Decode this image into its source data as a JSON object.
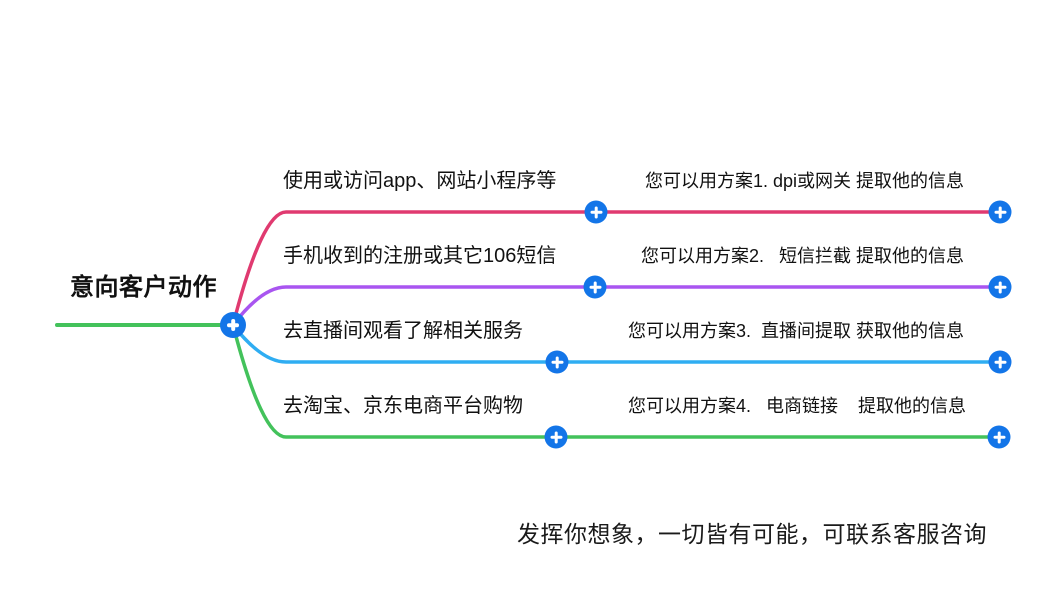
{
  "canvas": {
    "background": "#ffffff"
  },
  "root": {
    "label": "意向客户动作",
    "underline_color": "#43C25B"
  },
  "branches": [
    {
      "topic": "使用或访问app、网站小程序等",
      "subtopic": "您可以用方案1. dpi或网关 提取他的信息",
      "color": "#E03A70"
    },
    {
      "topic": "手机收到的注册或其它106短信",
      "subtopic": "您可以用方案2.   短信拦截 提取他的信息",
      "color": "#A955F0"
    },
    {
      "topic": "去直播间观看了解相关服务",
      "subtopic": "您可以用方案3.  直播间提取 获取他的信息",
      "color": "#2FADF2"
    },
    {
      "topic": "去淘宝、京东电商平台购物",
      "subtopic": "您可以用方案4.   电商链接    提取他的信息",
      "color": "#43C25B"
    }
  ],
  "footer": {
    "note": "发挥你想象，一切皆有可能，可联系客服咨询"
  },
  "icons": {
    "plus_badge": {
      "name": "plus-icon",
      "background": "#1375E8",
      "glyph_color": "#ffffff"
    }
  }
}
